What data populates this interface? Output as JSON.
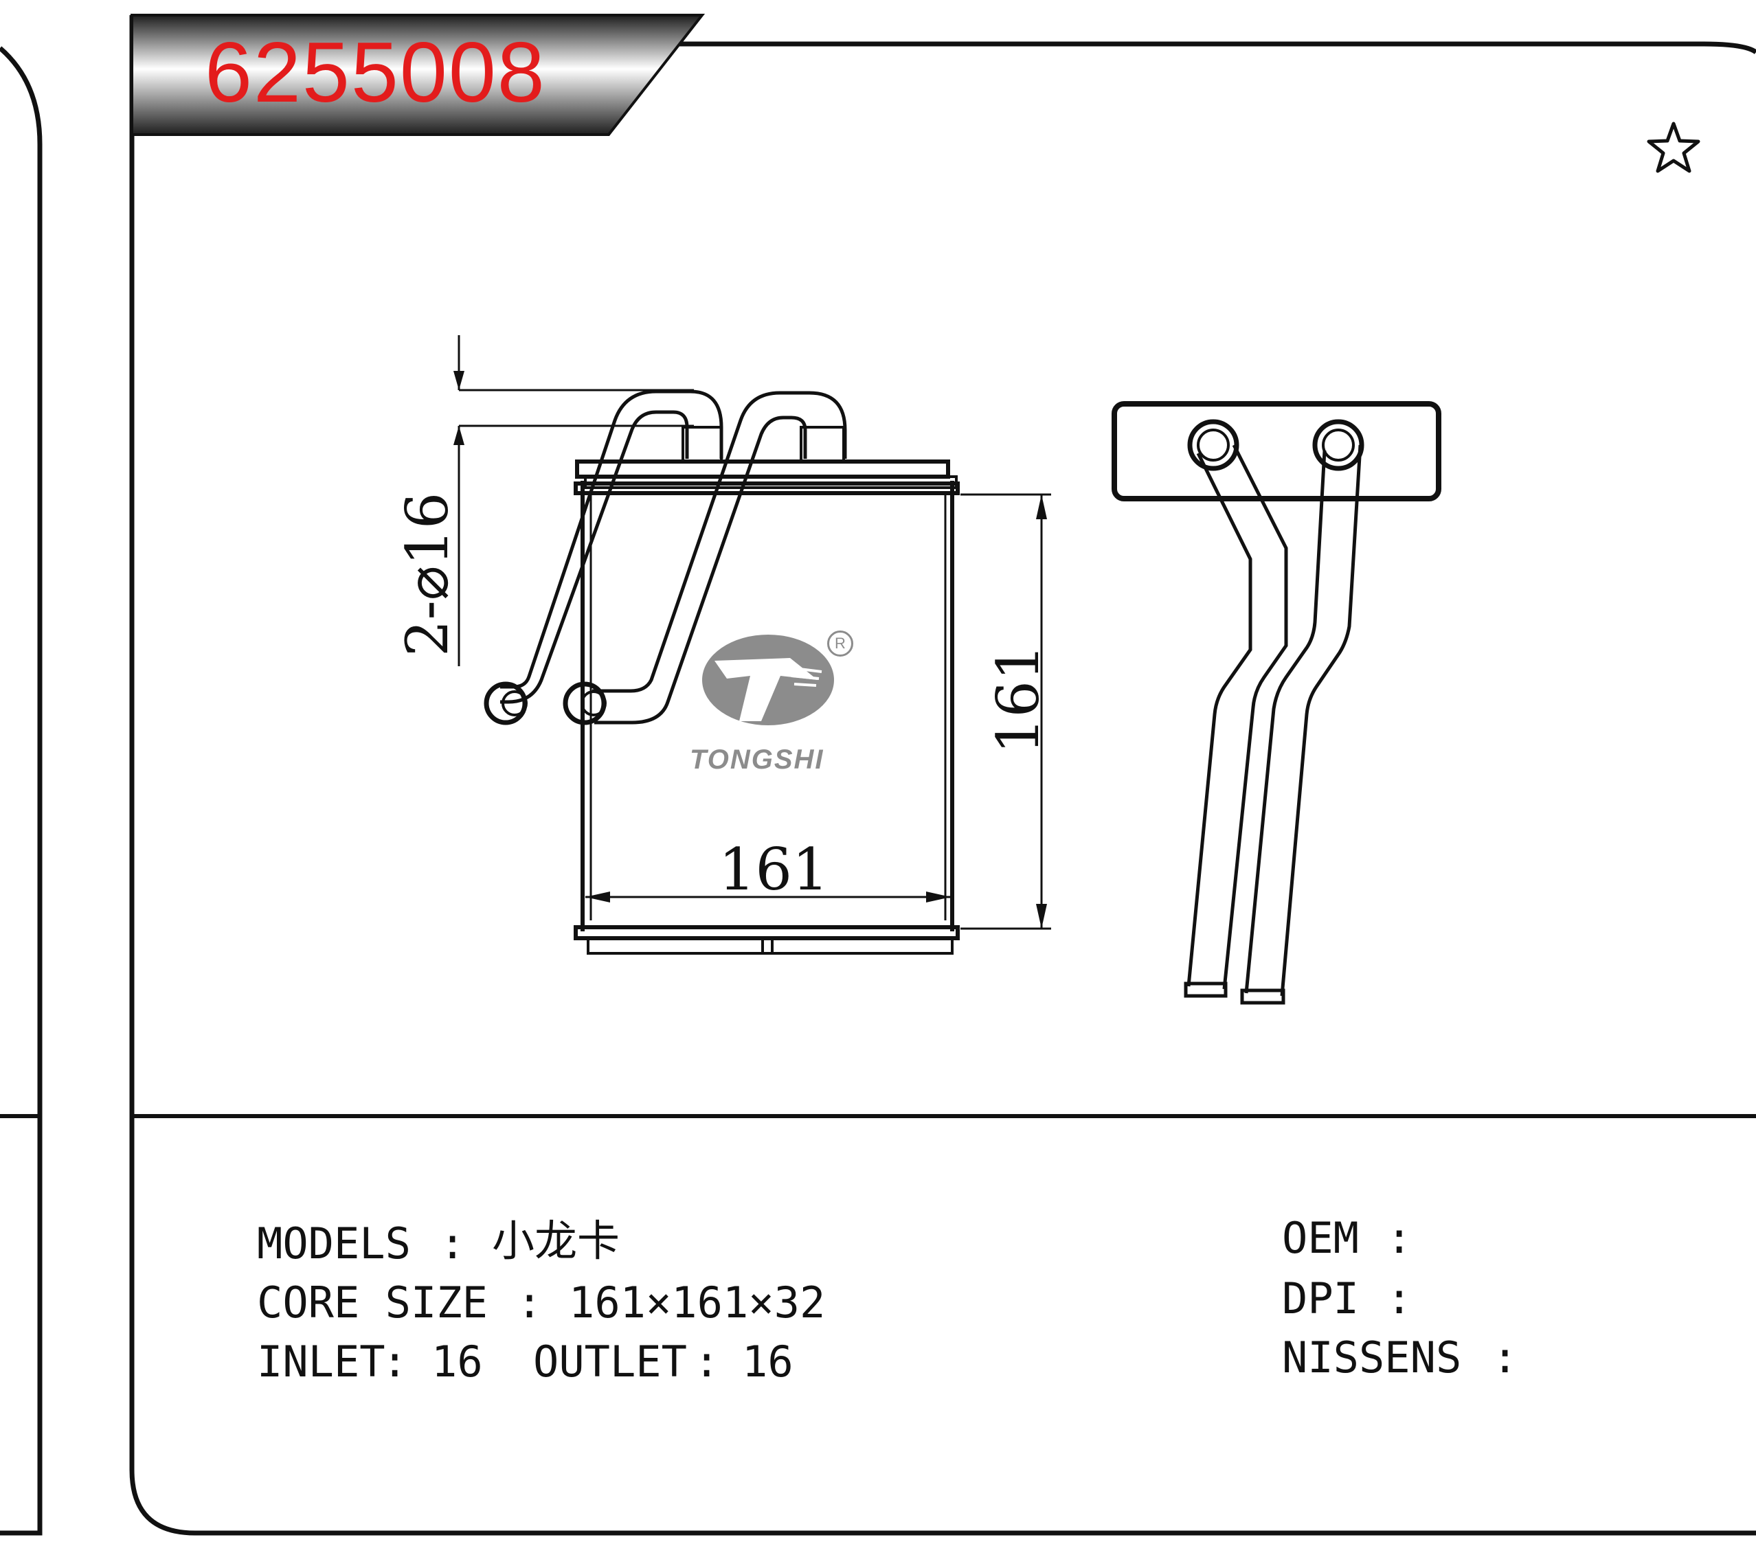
{
  "part_number": "6255008",
  "brand": {
    "name": "TONGSHI",
    "registered_mark": "R"
  },
  "dimensions": {
    "pipe_label": "2-⌀16",
    "height_label": "161",
    "width_label": "161"
  },
  "specs": {
    "models": {
      "label": "MODELS",
      "value": "小龙卡"
    },
    "core_size": {
      "label": "CORE SIZE",
      "value": "161×161×32"
    },
    "inlet": {
      "label": "INLET",
      "value": "16"
    },
    "outlet": {
      "label": "OUTLET",
      "value": "16"
    }
  },
  "references": {
    "oem": {
      "label": "OEM",
      "value": ""
    },
    "dpi": {
      "label": "DPI",
      "value": ""
    },
    "nissens": {
      "label": "NISSENS",
      "value": ""
    }
  },
  "colors": {
    "part_number": "#e31c1c",
    "line": "#111111",
    "logo": "#8c8c8c"
  },
  "icons": {
    "favorite": "star-outline-icon"
  }
}
